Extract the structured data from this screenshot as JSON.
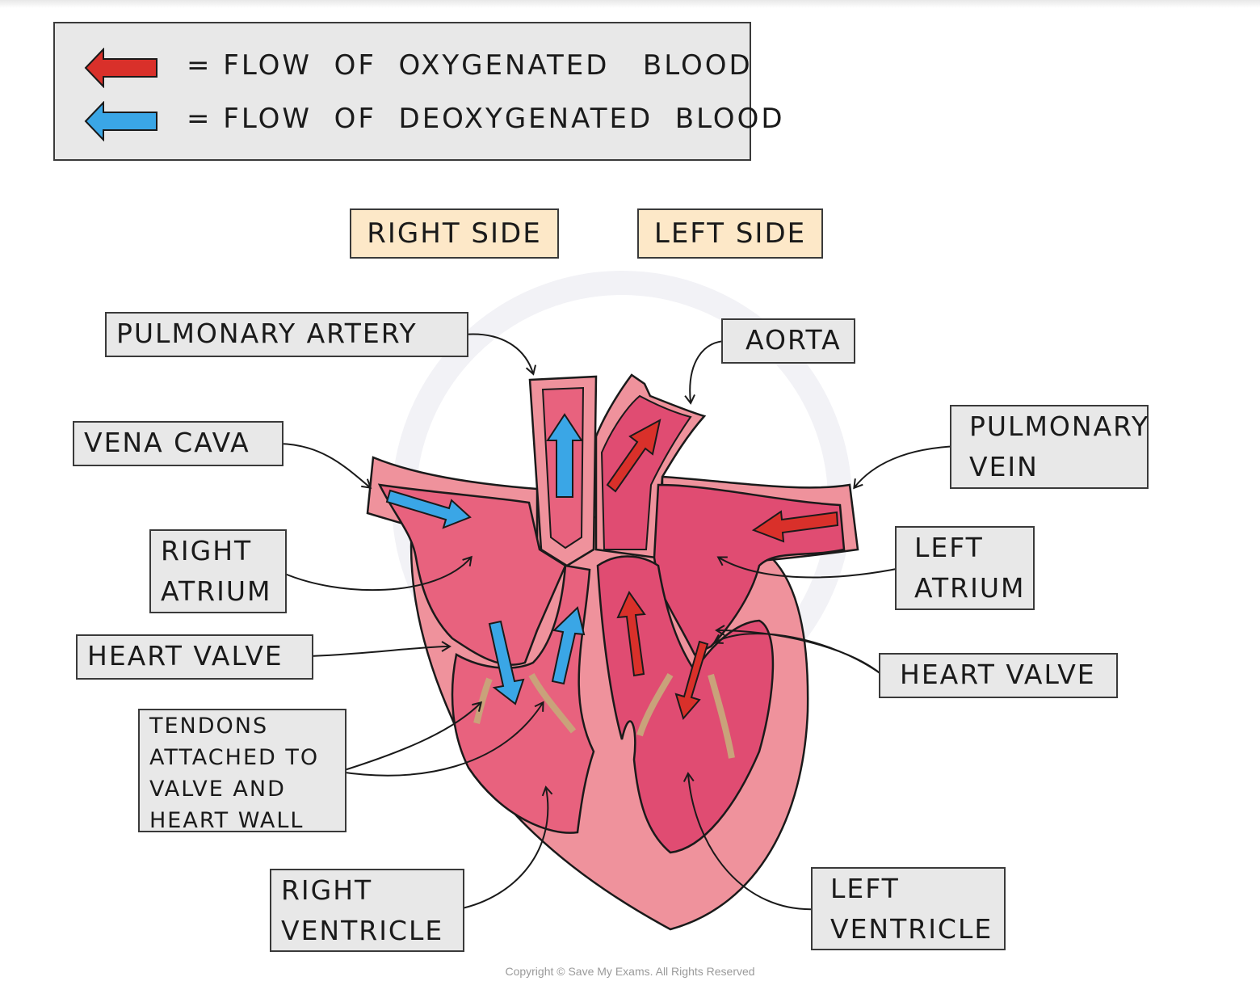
{
  "legend": {
    "items": [
      {
        "text": "= FLOW  OF  OXYGENATED   BLOOD",
        "color": "#d9302a"
      },
      {
        "text": "= FLOW  OF  DEOXYGENATED  BLOOD",
        "color": "#3aa6e6"
      }
    ]
  },
  "sides": {
    "right": "RIGHT  SIDE",
    "left": "LEFT  SIDE"
  },
  "labels": {
    "pulmonary_artery": [
      "PULMONARY  ARTERY"
    ],
    "aorta": [
      "AORTA"
    ],
    "vena_cava": [
      "VENA  CAVA"
    ],
    "pulmonary_vein": [
      "PULMONARY",
      "VEIN"
    ],
    "right_atrium": [
      "RIGHT",
      "ATRIUM"
    ],
    "left_atrium": [
      "LEFT",
      "ATRIUM"
    ],
    "heart_valve_right": [
      "HEART  VALVE"
    ],
    "heart_valve_left": [
      "HEART  VALVE"
    ],
    "tendons": [
      "TENDONS",
      "ATTACHED  TO",
      "VALVE  AND",
      "HEART  WALL"
    ],
    "right_ventricle": [
      "RIGHT",
      "VENTRICLE"
    ],
    "left_ventricle": [
      "LEFT",
      "VENTRICLE"
    ]
  },
  "colors": {
    "oxygenated": "#d9302a",
    "deoxygenated": "#3aa6e6",
    "heart_outer": "#ef929c",
    "chamber": "#e8627e",
    "left_chamber": "#e04c72",
    "tendon": "#c9a27a",
    "label_bg": "#e8e8e8",
    "side_bg": "#fde8c8"
  },
  "copyright": "Copyright © Save My Exams. All Rights Reserved"
}
